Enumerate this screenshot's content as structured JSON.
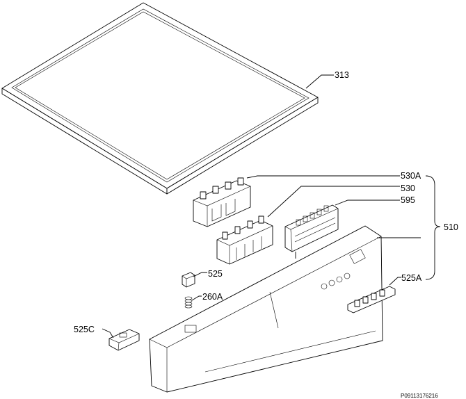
{
  "labels": {
    "lid": "313",
    "bracket_upper": "530A",
    "bracket_lower": "530",
    "pcb_module": "595",
    "control_panel": "510",
    "button": "525",
    "spring": "260A",
    "button_strip": "525A",
    "handle": "525C"
  },
  "reference_code": "P09113176216"
}
